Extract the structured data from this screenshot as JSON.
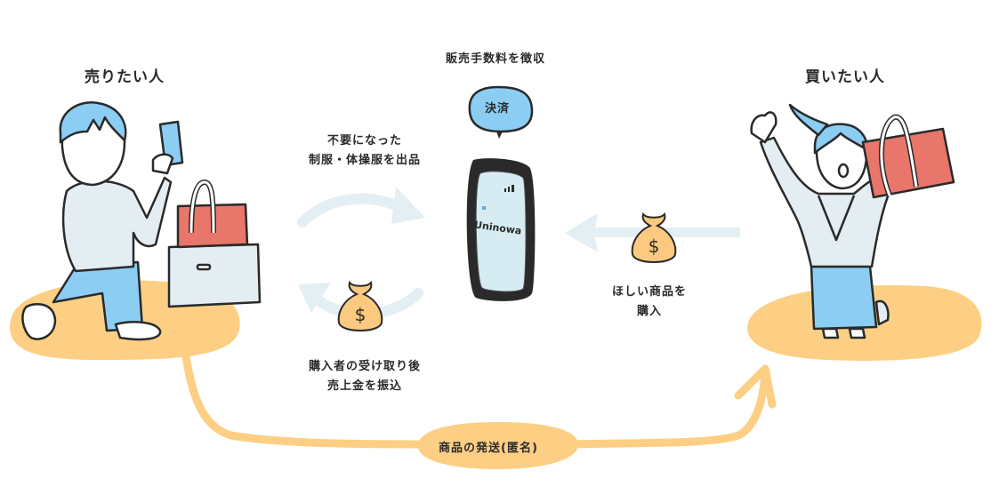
{
  "seller": {
    "label": "売りたい人"
  },
  "buyer": {
    "label": "買いたい人"
  },
  "platform": {
    "fee_label": "販売手数料を徴収",
    "bubble_label": "決済",
    "app_name": "Uninowa"
  },
  "flows": {
    "listing": {
      "line1": "不要になった",
      "line2": "制服・体操服を出品"
    },
    "payout": {
      "line1": "購入者の受け取り後",
      "line2": "売上金を振込"
    },
    "purchase": {
      "line1": "ほしい商品を",
      "line2": "購入"
    },
    "shipping": {
      "label": "商品の発送(匿名)"
    }
  },
  "icons": {
    "money_symbol": "$"
  },
  "colors": {
    "orange": "#fdcf84",
    "light_blue": "#8ccdf3",
    "arrow_blue": "#e3eff3",
    "shirt": "#e3edf2",
    "bag_red": "#e8766a",
    "money_bag": "#fbc97f"
  }
}
